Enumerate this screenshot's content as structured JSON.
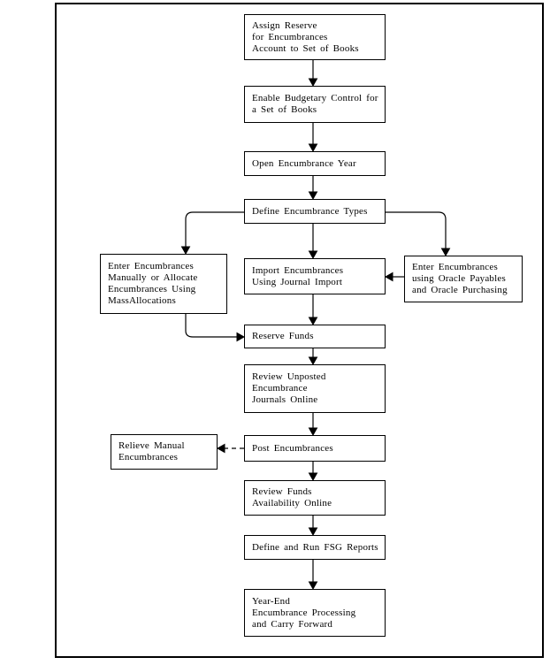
{
  "colors": {
    "background": "#ffffff",
    "line": "#000000",
    "text": "#000000"
  },
  "flowchart": {
    "nodes": {
      "assign_reserve": {
        "label": "Assign Reserve\nfor Encumbrances\nAccount to Set of Books"
      },
      "enable_budgetary": {
        "label": "Enable Budgetary Control for\na Set of Books"
      },
      "open_year": {
        "label": "Open Encumbrance Year"
      },
      "define_types": {
        "label": "Define Encumbrance Types"
      },
      "enter_manual": {
        "label": "Enter Encumbrances\nManually or Allocate\nEncumbrances Using\nMassAllocations"
      },
      "import_journal": {
        "label": "Import Encumbrances\nUsing Journal Import"
      },
      "enter_oracle": {
        "label": "Enter Encumbrances\nusing Oracle Payables\nand Oracle Purchasing"
      },
      "reserve_funds": {
        "label": "Reserve Funds"
      },
      "review_unposted": {
        "label": "Review Unposted\nEncumbrance\nJournals Online"
      },
      "relieve_manual": {
        "label": "Relieve Manual\nEncumbrances"
      },
      "post_encumbrances": {
        "label": "Post Encumbrances"
      },
      "review_funds": {
        "label": "Review Funds\nAvailability Online"
      },
      "define_fsg": {
        "label": "Define and Run FSG Reports"
      },
      "year_end": {
        "label": "Year-End\nEncumbrance Processing\nand Carry Forward"
      }
    },
    "edges": [
      {
        "from": "assign_reserve",
        "to": "enable_budgetary",
        "style": "solid"
      },
      {
        "from": "enable_budgetary",
        "to": "open_year",
        "style": "solid"
      },
      {
        "from": "open_year",
        "to": "define_types",
        "style": "solid"
      },
      {
        "from": "define_types",
        "to": "enter_manual",
        "style": "solid"
      },
      {
        "from": "define_types",
        "to": "import_journal",
        "style": "solid"
      },
      {
        "from": "define_types",
        "to": "enter_oracle",
        "style": "solid"
      },
      {
        "from": "enter_manual",
        "to": "reserve_funds",
        "style": "solid"
      },
      {
        "from": "enter_oracle",
        "to": "import_journal",
        "style": "solid"
      },
      {
        "from": "import_journal",
        "to": "reserve_funds",
        "style": "solid"
      },
      {
        "from": "reserve_funds",
        "to": "review_unposted",
        "style": "solid"
      },
      {
        "from": "review_unposted",
        "to": "post_encumbrances",
        "style": "solid"
      },
      {
        "from": "post_encumbrances",
        "to": "relieve_manual",
        "style": "dashed"
      },
      {
        "from": "post_encumbrances",
        "to": "review_funds",
        "style": "solid"
      },
      {
        "from": "review_funds",
        "to": "define_fsg",
        "style": "solid"
      },
      {
        "from": "define_fsg",
        "to": "year_end",
        "style": "solid"
      }
    ]
  }
}
